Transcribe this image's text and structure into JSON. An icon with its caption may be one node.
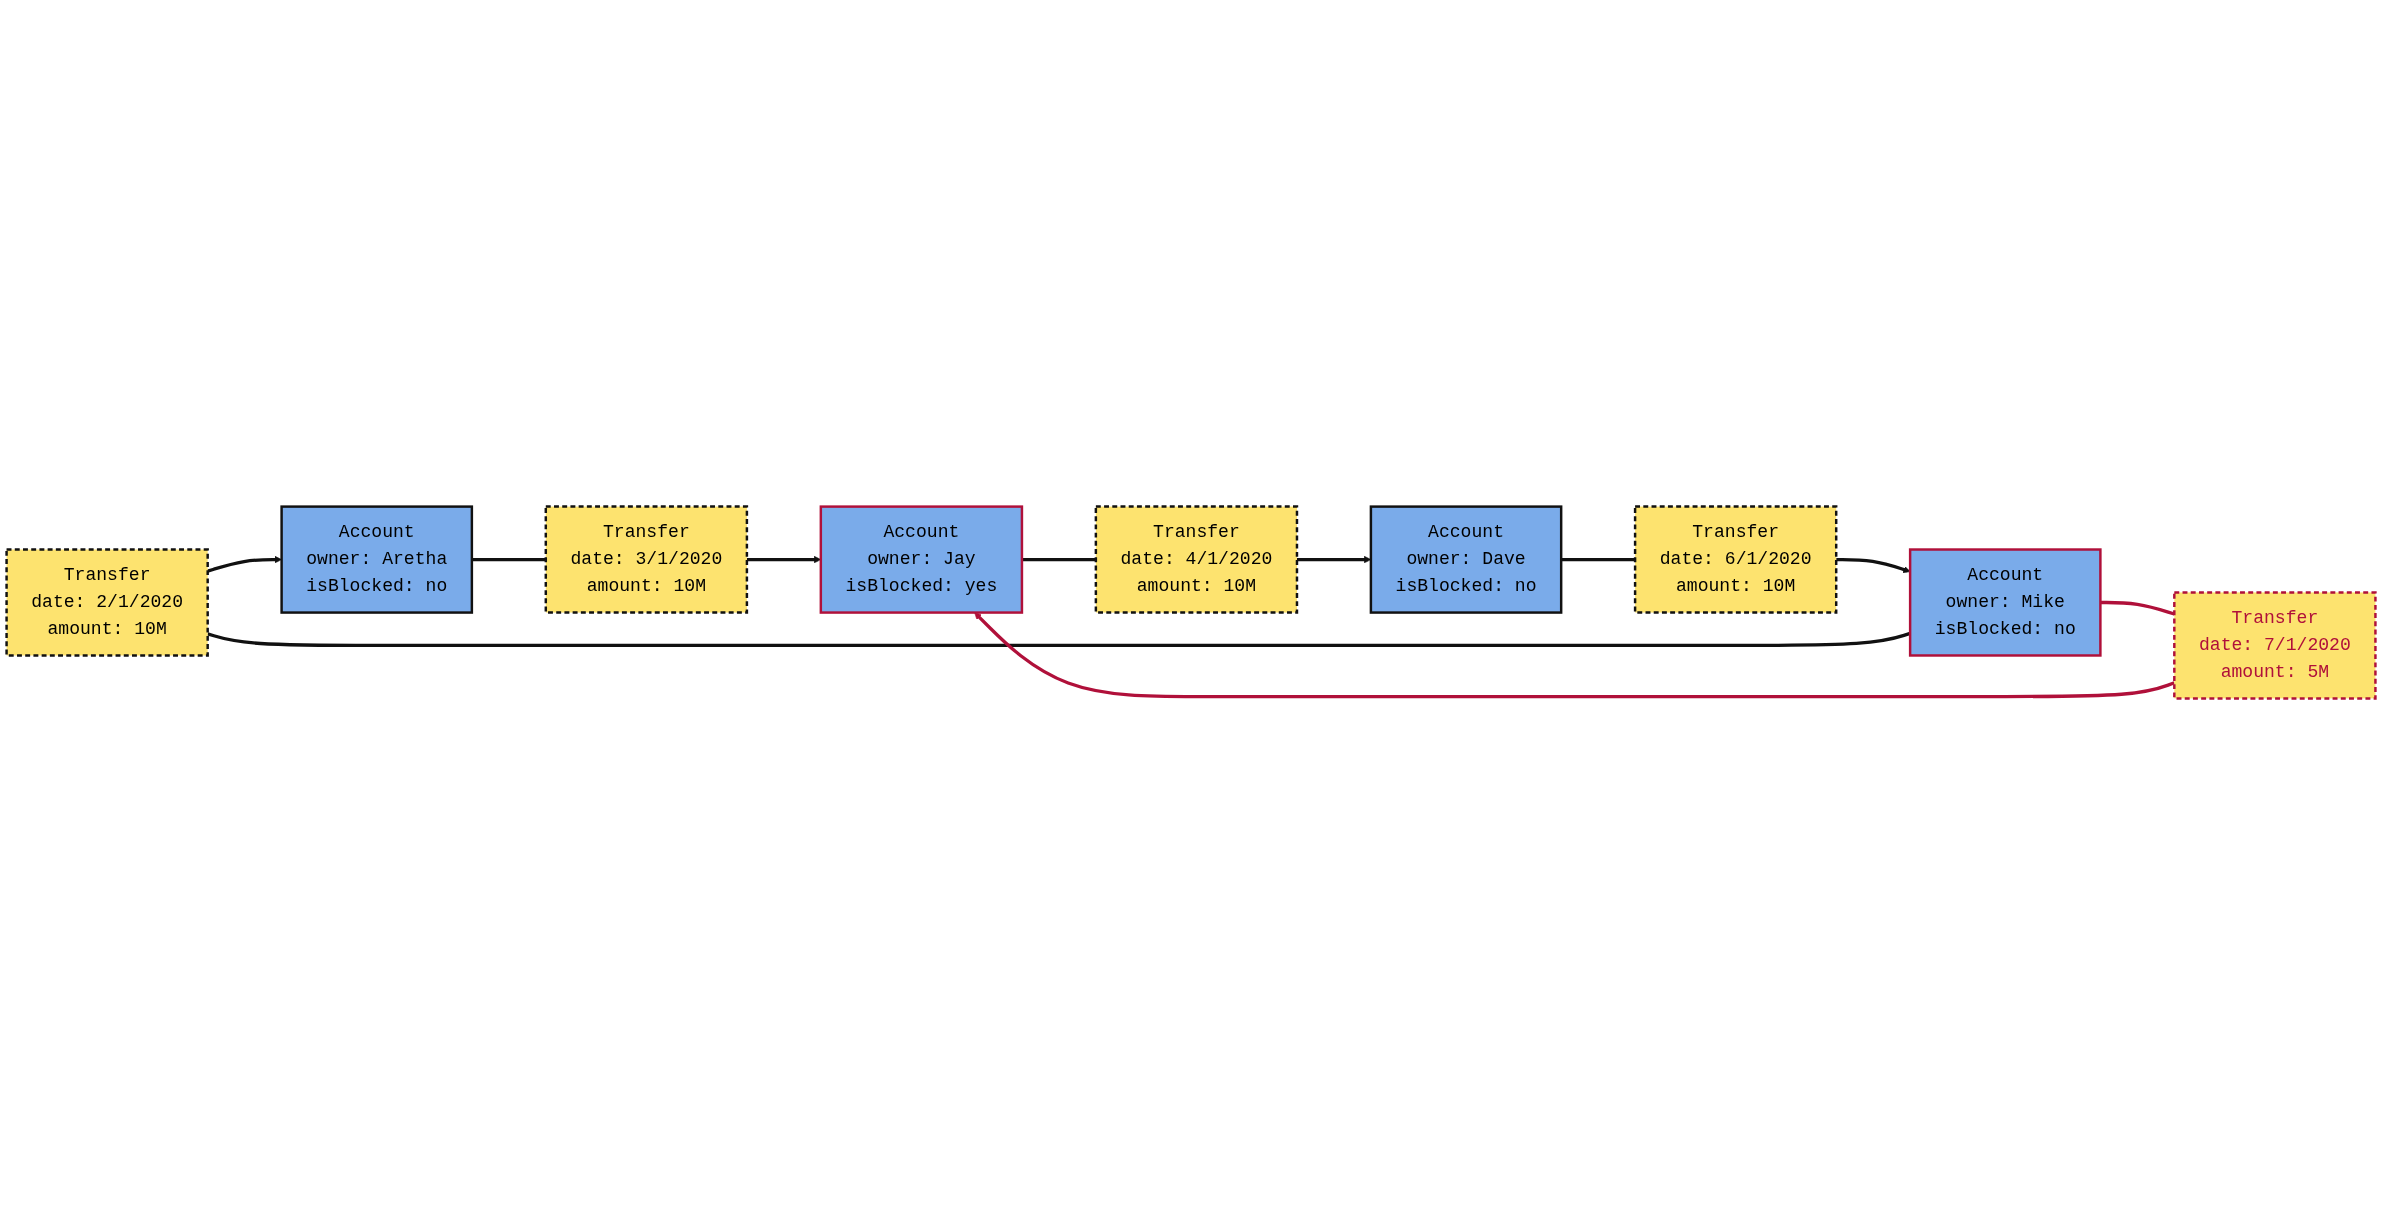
{
  "diagram": {
    "nodes": [
      {
        "text": [
          "Transfer",
          "date:",
          "2/1/2020",
          "amount:",
          "10M"
        ]
      },
      {
        "text": [
          "Account",
          "owner:",
          "Aretha",
          "isBlocked:",
          "no"
        ]
      },
      {
        "text": [
          "Transfer",
          "date:",
          "3/1/2020",
          "amount:",
          "10M"
        ]
      },
      {
        "text": [
          "Account",
          "owner:",
          "Mike",
          "isBlocked:",
          "no"
        ]
      },
      {
        "text": [
          "Transfer",
          "date:",
          "7/1/2020",
          "amount:",
          "5M"
        ]
      },
      {
        "text": [
          "Account",
          "owner:",
          "Jay",
          "isBlocked:",
          "yes"
        ]
      },
      {
        "text": [
          "Transfer",
          "date:",
          "6/1/2020",
          "amount:",
          "10M"
        ]
      },
      {
        "text": [
          "Transfer",
          "date:",
          "4/1/2020",
          "amount:",
          "10M"
        ]
      },
      {
        "text": [
          "Account",
          "owner:",
          "Dave",
          "isBlocked:",
          "no"
        ]
      }
    ],
    "edges": [
      {
        "from": 3,
        "to": 0,
        "arrow": "none"
      },
      {
        "from": 0,
        "to": 1,
        "arrow": "to"
      },
      {
        "from": 1,
        "to": 2,
        "arrow": "none"
      },
      {
        "from": 2,
        "to": 5,
        "arrow": "to"
      },
      {
        "from": 5,
        "to": 7,
        "arrow": "none"
      },
      {
        "from": 7,
        "to": 8,
        "arrow": "to"
      },
      {
        "from": 8,
        "to": 6,
        "arrow": "none"
      },
      {
        "from": 6,
        "to": 3,
        "arrow": "to"
      },
      {
        "from": 3,
        "to": 4,
        "arrow": "none",
        "color": "#b0103a"
      },
      {
        "from": 4,
        "to": 5,
        "arrow": "to",
        "color": "#b0103a"
      }
    ]
  }
}
